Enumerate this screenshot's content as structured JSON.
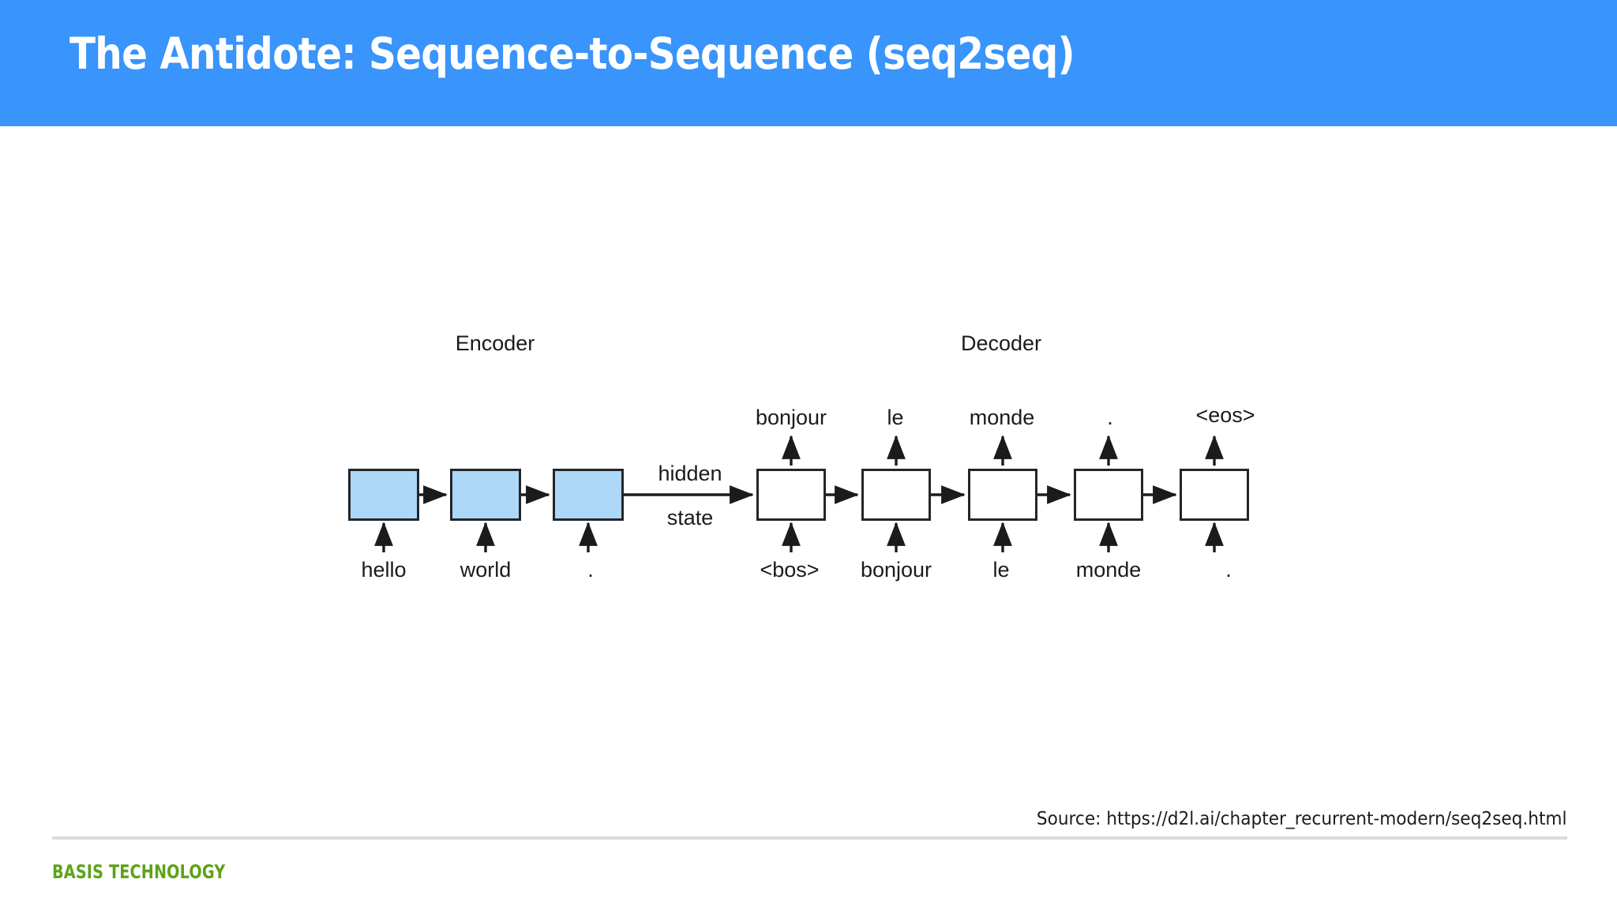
{
  "slide": {
    "title": "The Antidote: Sequence-to-Sequence (seq2seq)",
    "header_color": "#3994fb",
    "background_color": "#ffffff"
  },
  "diagram": {
    "encoder_label": "Encoder",
    "decoder_label": "Decoder",
    "hidden_state_top": "hidden",
    "hidden_state_bottom": "state",
    "encoder_cell_fill": "#aed8f7",
    "decoder_cell_fill": "#ffffff",
    "cell_border_color": "#22262b",
    "encoder_inputs": [
      "hello",
      "world",
      "."
    ],
    "decoder_inputs": [
      "<bos>",
      "bonjour",
      "le",
      "monde",
      "."
    ],
    "decoder_outputs": [
      "bonjour",
      "le",
      "monde",
      ".",
      "<eos>"
    ]
  },
  "footer": {
    "source": "Source: https://d2l.ai/chapter_recurrent-modern/seq2seq.html",
    "logo": "BASIS TECHNOLOGY",
    "logo_color": "#5da318",
    "divider_color": "#dcdce0"
  }
}
